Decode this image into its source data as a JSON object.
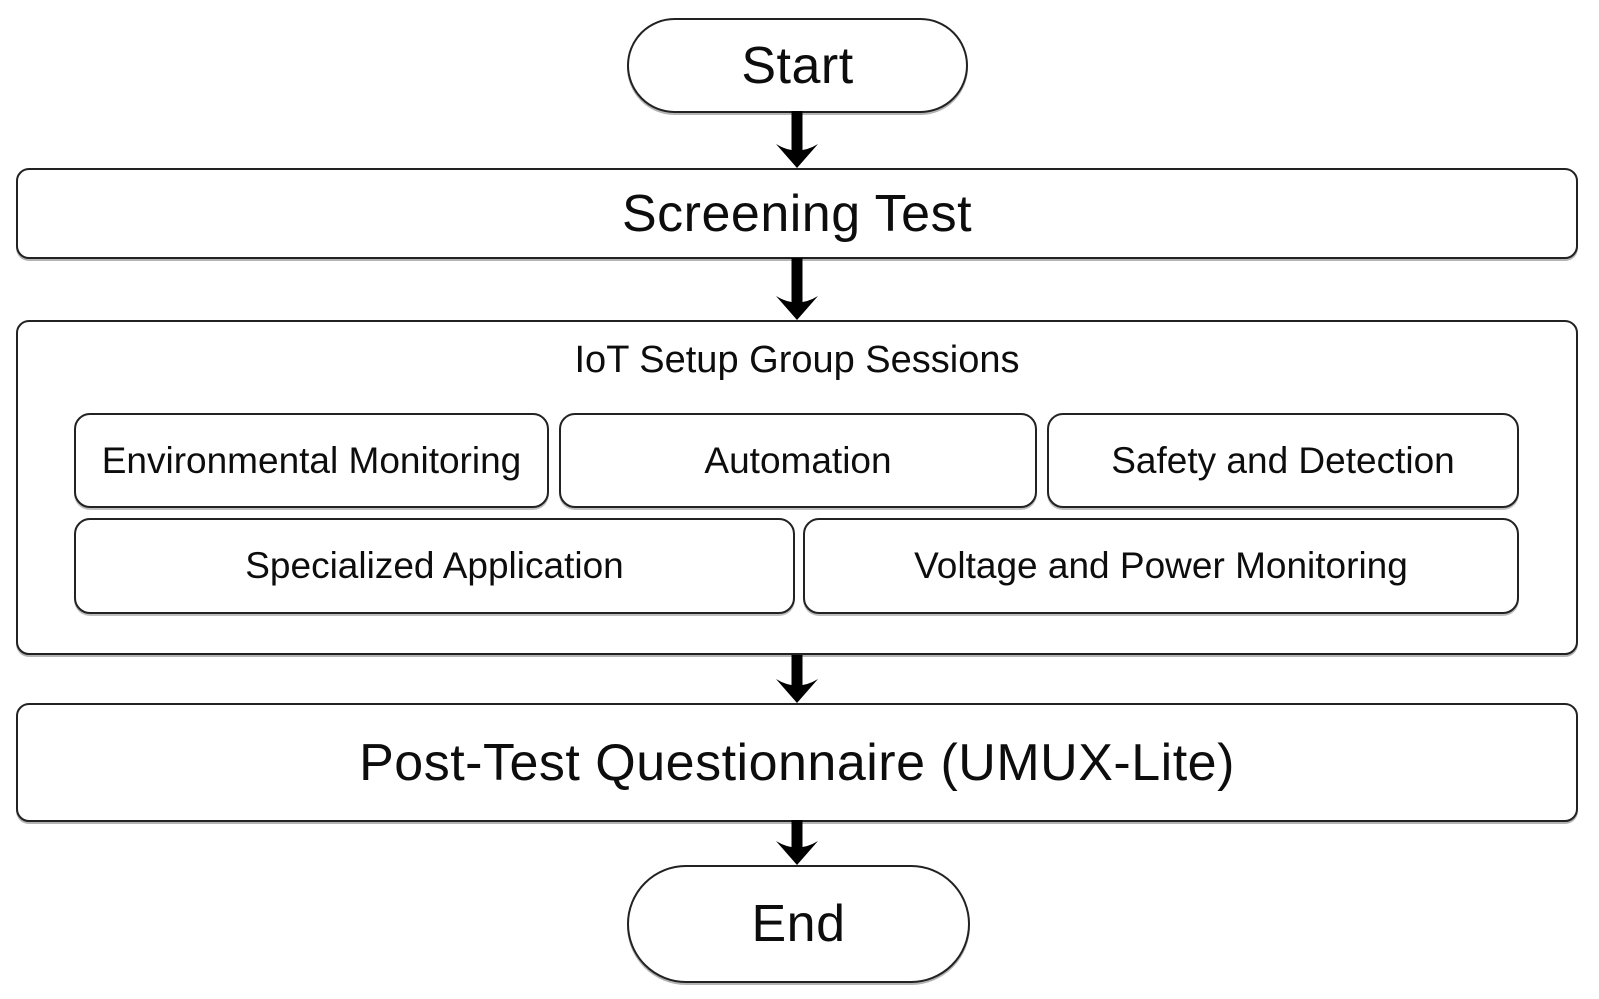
{
  "diagram": {
    "type": "flowchart",
    "colors": {
      "background": "#ffffff",
      "node_fill": "#ffffff",
      "node_border": "#222222",
      "text": "#0d0d0d",
      "arrow": "#000000"
    },
    "nodes": {
      "start": {
        "label": "Start",
        "shape": "terminator"
      },
      "screening": {
        "label": "Screening Test",
        "shape": "process"
      },
      "iot_group": {
        "title": "IoT Setup Group Sessions",
        "shape": "container",
        "sessions": [
          {
            "label": "Environmental Monitoring"
          },
          {
            "label": "Automation"
          },
          {
            "label": "Safety and Detection"
          },
          {
            "label": "Specialized Application"
          },
          {
            "label": "Voltage and Power Monitoring"
          }
        ]
      },
      "post_test": {
        "label": "Post-Test Questionnaire (UMUX-Lite)",
        "shape": "process"
      },
      "end": {
        "label": "End",
        "shape": "terminator"
      }
    },
    "edges": [
      {
        "from": "Start",
        "to": "Screening Test"
      },
      {
        "from": "Screening Test",
        "to": "IoT Setup Group Sessions"
      },
      {
        "from": "IoT Setup Group Sessions",
        "to": "Post-Test Questionnaire (UMUX-Lite)"
      },
      {
        "from": "Post-Test Questionnaire (UMUX-Lite)",
        "to": "End"
      }
    ]
  }
}
